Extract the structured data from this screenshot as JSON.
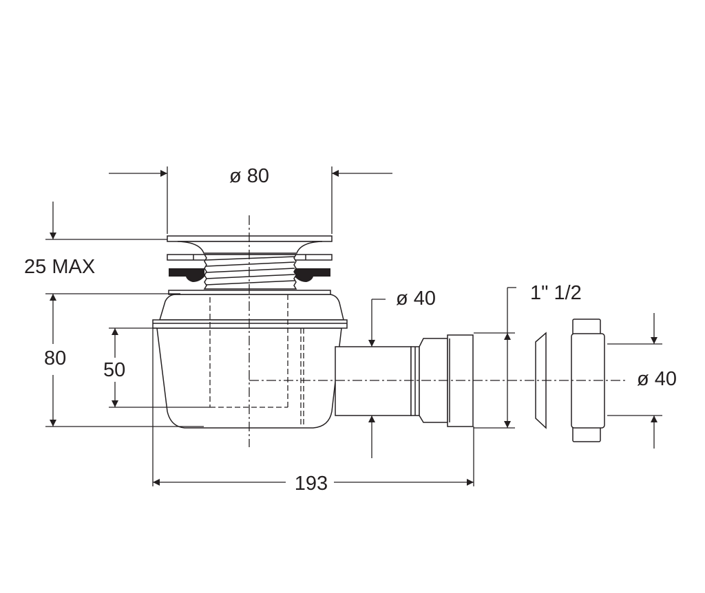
{
  "drawing": {
    "title": "Shower trap technical drawing",
    "dimensions": {
      "top_diameter": "ø 80",
      "max_thickness": "25 MAX",
      "body_height": "80",
      "inner_height": "50",
      "outlet_diameter": "ø 40",
      "thread_size": "1\" 1/2",
      "connector_diameter": "ø 40",
      "total_length": "193"
    },
    "line_color": "#231f20"
  }
}
